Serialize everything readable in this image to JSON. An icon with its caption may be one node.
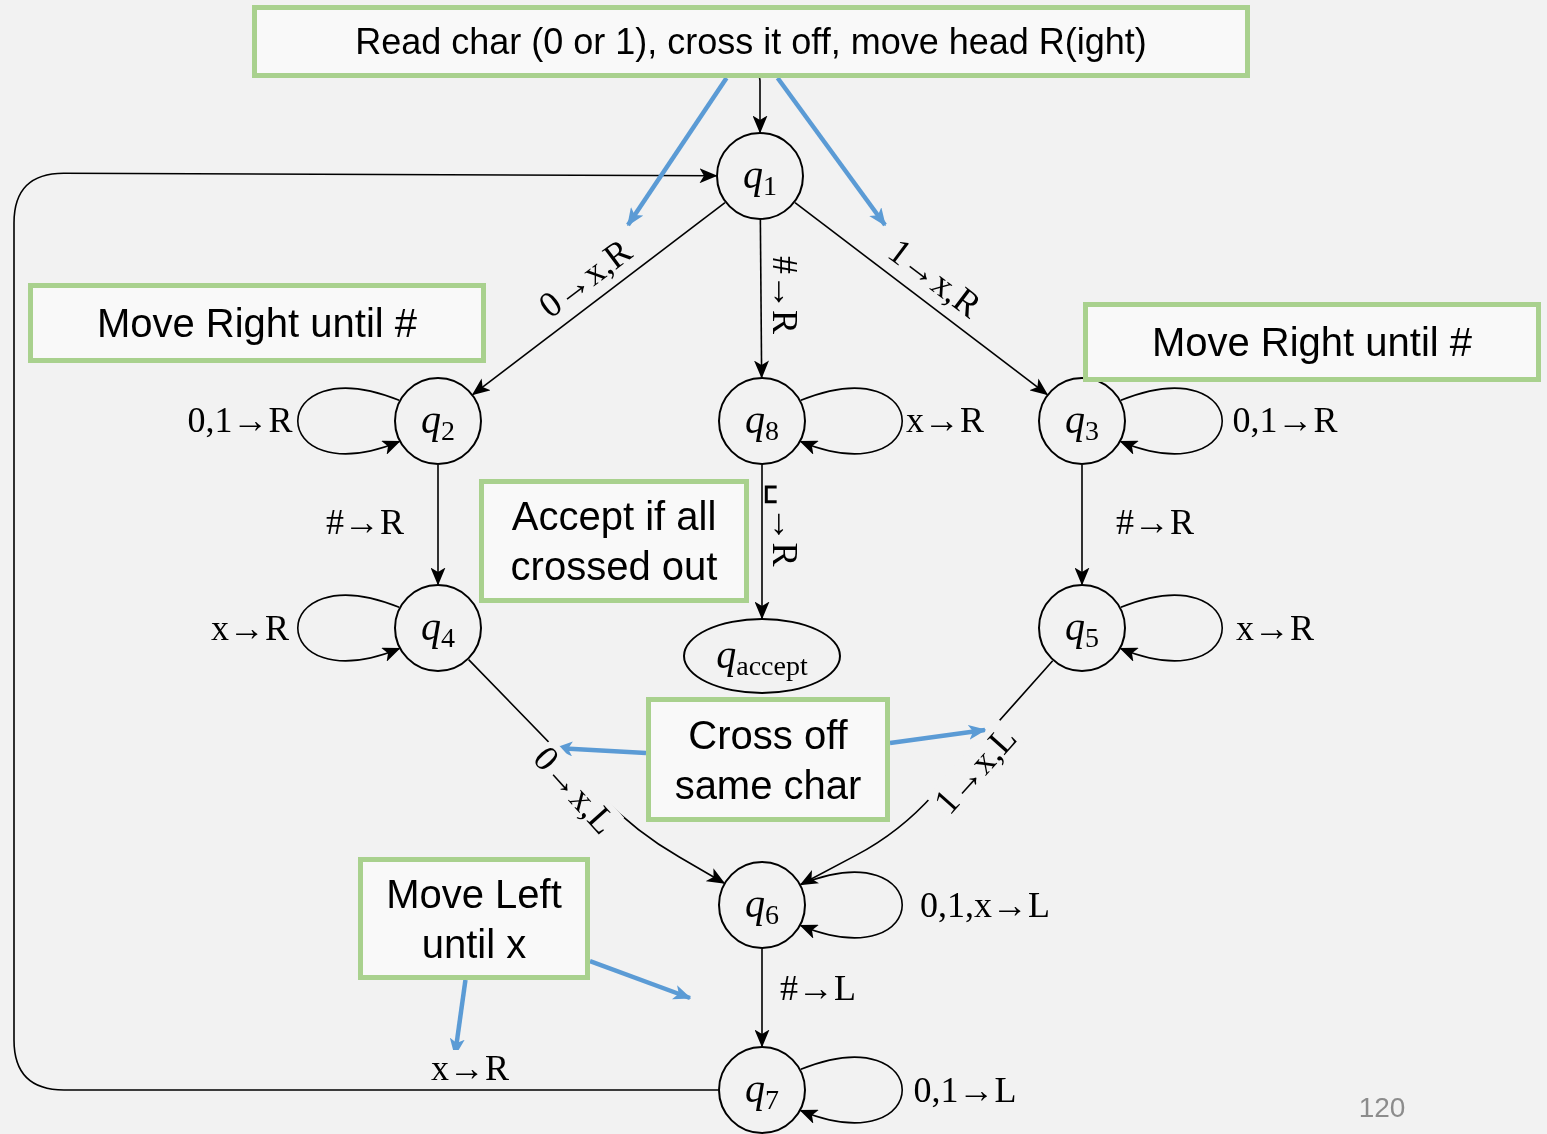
{
  "diagram": {
    "nodes": [
      {
        "text": [
          "Read char (0 or 1), cross it off, move head R(ight)"
        ]
      },
      {
        "text": [
          "q$_{1}$"
        ]
      },
      {
        "text": [
          "Move Right until #"
        ]
      },
      {
        "text": [
          "q$_{2}$"
        ]
      },
      {
        "text": [
          "q$_{8}$"
        ]
      },
      {
        "text": [
          "q$_{3}$"
        ]
      },
      {
        "text": [
          "Move Right until #"
        ]
      },
      {
        "text": [
          "Accept if all crossed out"
        ]
      },
      {
        "text": [
          "q$_{4}$"
        ]
      },
      {
        "text": [
          "q$_{accept}$"
        ]
      },
      {
        "text": [
          "q$_{5}$"
        ]
      },
      {
        "text": [
          "Cross off same char"
        ]
      },
      {
        "text": [
          "Move Left until x"
        ]
      },
      {
        "text": [
          "q$_{6}$"
        ]
      },
      {
        "text": [
          "q$_{7}$"
        ]
      }
    ],
    "edges": [
      {
        "from": 0,
        "to": 1,
        "arrow": "to"
      },
      {
        "from": 1,
        "to": 3,
        "arrow": "to",
        "label": "0→x,R"
      },
      {
        "from": 1,
        "to": 4,
        "arrow": "to",
        "label": "#→R"
      },
      {
        "from": 1,
        "to": 5,
        "arrow": "to",
        "label": "1→x,R"
      },
      {
        "from": 3,
        "to": 3,
        "arrow": "to",
        "label": "0,1→R"
      },
      {
        "from": 3,
        "to": 8,
        "arrow": "to",
        "label": "#→R"
      },
      {
        "from": 4,
        "to": 4,
        "arrow": "to",
        "label": "x→R"
      },
      {
        "from": 4,
        "to": 9,
        "arrow": "to",
        "label": "␣→R"
      },
      {
        "from": 5,
        "to": 5,
        "arrow": "to",
        "label": "0,1→R"
      },
      {
        "from": 5,
        "to": 10,
        "arrow": "to",
        "label": "#→R"
      },
      {
        "from": 8,
        "to": 8,
        "arrow": "to",
        "label": "x→R"
      },
      {
        "from": 10,
        "to": 10,
        "arrow": "to",
        "label": "x→R"
      },
      {
        "from": 8,
        "to": 13,
        "arrow": "to",
        "label": "0→x,L"
      },
      {
        "from": 10,
        "to": 13,
        "arrow": "to",
        "label": "1→x,L"
      },
      {
        "from": 13,
        "to": 13,
        "arrow": "to",
        "label": "0,1,x→L"
      },
      {
        "from": 13,
        "to": 14,
        "arrow": "to",
        "label": "#→L"
      },
      {
        "from": 14,
        "to": 14,
        "arrow": "to",
        "label": "0,1→L"
      },
      {
        "from": 14,
        "to": 1,
        "arrow": "to",
        "label": "x→R"
      },
      {
        "from": 0,
        "to": null,
        "arrow": "to",
        "style": "thick",
        "color": "#5b9bd5"
      },
      {
        "from": 0,
        "to": null,
        "arrow": "to",
        "style": "thick",
        "color": "#5b9bd5"
      },
      {
        "from": 11,
        "to": null,
        "arrow": "to",
        "style": "thick",
        "color": "#5b9bd5"
      },
      {
        "from": 11,
        "to": null,
        "arrow": "to",
        "style": "thick",
        "color": "#5b9bd5"
      },
      {
        "from": 12,
        "to": null,
        "arrow": "to",
        "style": "thick",
        "color": "#5b9bd5"
      },
      {
        "from": 12,
        "to": null,
        "arrow": "to",
        "style": "thick",
        "color": "#5b9bd5"
      }
    ],
    "labels": [
      "120"
    ]
  }
}
